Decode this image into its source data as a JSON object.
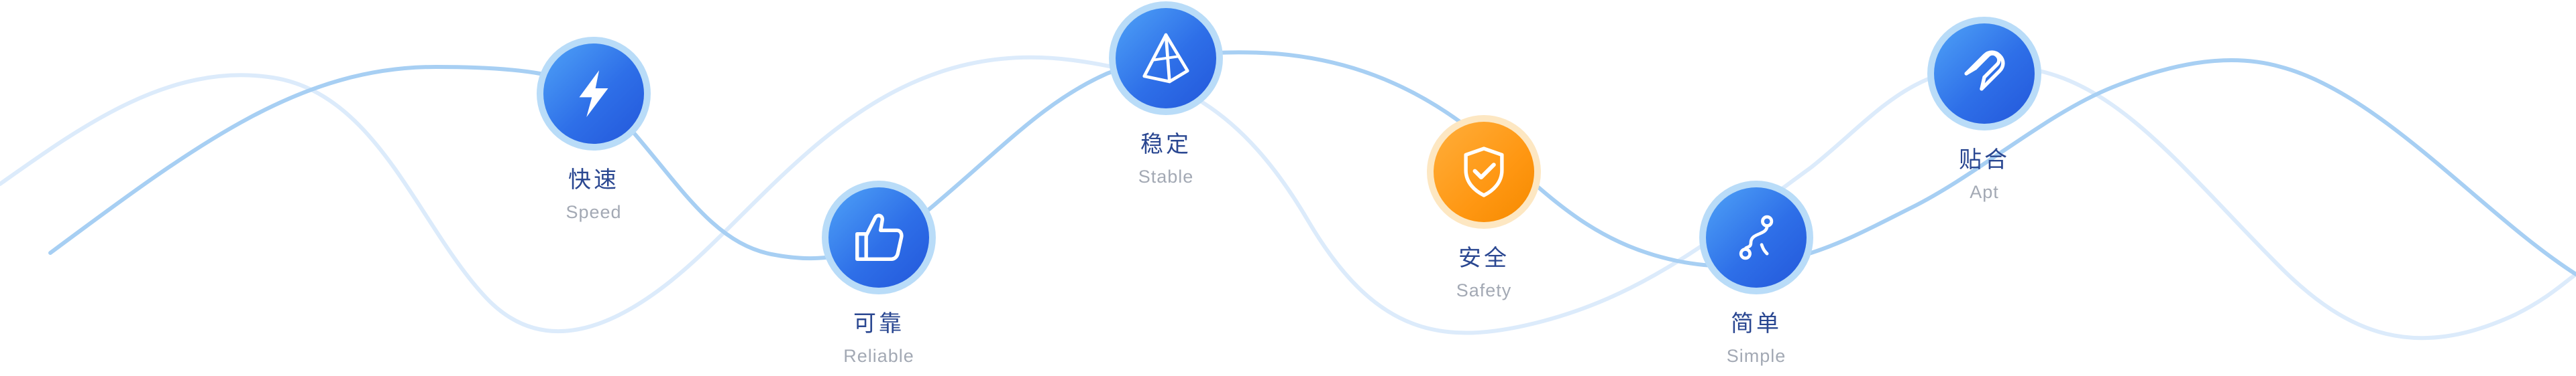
{
  "features": [
    {
      "cn": "快速",
      "en": "Speed",
      "icon": "lightning-icon",
      "tone": "blue"
    },
    {
      "cn": "可靠",
      "en": "Reliable",
      "icon": "thumbs-up-icon",
      "tone": "blue"
    },
    {
      "cn": "稳定",
      "en": "Stable",
      "icon": "pyramid-icon",
      "tone": "blue"
    },
    {
      "cn": "安全",
      "en": "Safety",
      "icon": "shield-check-icon",
      "tone": "orange"
    },
    {
      "cn": "简单",
      "en": "Simple",
      "icon": "path-icon",
      "tone": "blue"
    },
    {
      "cn": "贴合",
      "en": "Apt",
      "icon": "magnet-icon",
      "tone": "blue"
    }
  ],
  "colors": {
    "blue_gradient_start": "#4fa2f7",
    "blue_gradient_end": "#2357da",
    "blue_ring": "#b9dcf8",
    "orange_gradient_start": "#ffae3b",
    "orange_gradient_end": "#f58a00",
    "orange_ring": "#fde7c2",
    "label_cn": "#2a4791",
    "label_en": "#a3a9b4",
    "wave_dark": "#a7cff3",
    "wave_light": "#dcebfb"
  }
}
